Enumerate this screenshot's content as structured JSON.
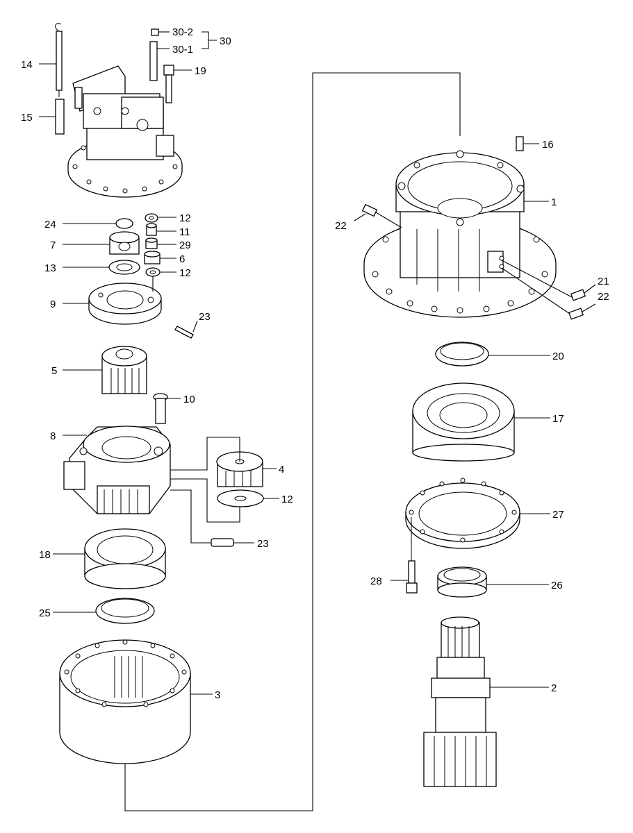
{
  "callouts": {
    "c1": "1",
    "c2": "2",
    "c3": "3",
    "c4": "4",
    "c5": "5",
    "c6": "6",
    "c7": "7",
    "c8": "8",
    "c9": "9",
    "c10": "10",
    "c11": "11",
    "c12a": "12",
    "c12b": "12",
    "c12c": "12",
    "c13": "13",
    "c14": "14",
    "c15": "15",
    "c16": "16",
    "c17": "17",
    "c18": "18",
    "c19": "19",
    "c20": "20",
    "c21": "21",
    "c22a": "22",
    "c22b": "22",
    "c23a": "23",
    "c23b": "23",
    "c24": "24",
    "c25": "25",
    "c26": "26",
    "c27": "27",
    "c28": "28",
    "c29": "29",
    "c30": "30",
    "c30_1": "30-1",
    "c30_2": "30-2"
  }
}
